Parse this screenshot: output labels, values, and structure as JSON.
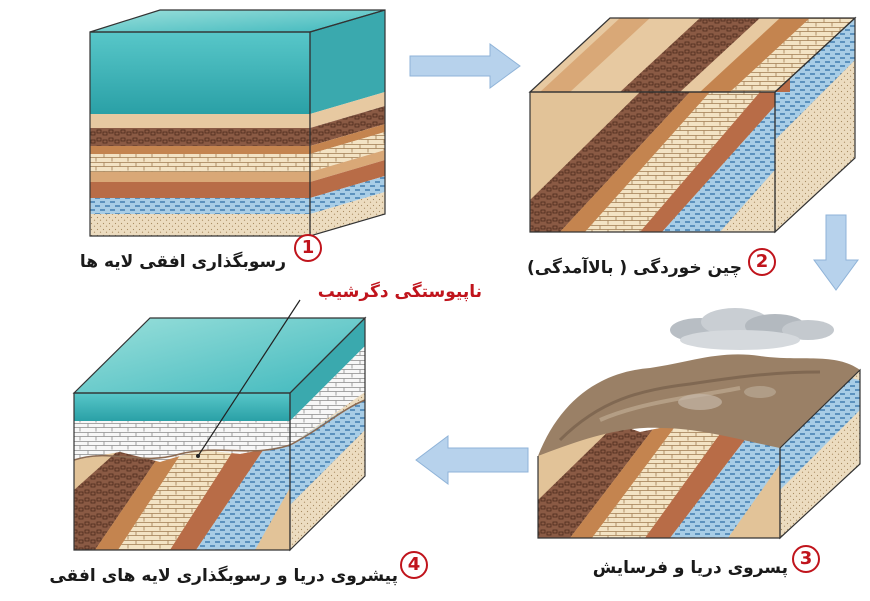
{
  "steps": [
    {
      "number": "1",
      "caption": "رسوبگذاری افقی لایه ها"
    },
    {
      "number": "2",
      "caption": "چین خوردگی ( بالاآمدگی)"
    },
    {
      "number": "3",
      "caption": "پسروی دریا و فرسایش"
    },
    {
      "number": "4",
      "caption": "پیشروی دریا و رسوبگذاری لایه های افقی"
    }
  ],
  "annotation": {
    "label": "ناپیوستگی دگرشیب"
  },
  "colors": {
    "water": "#4fc6c8",
    "sand_light": "#f0d9b5",
    "tan": "#d9a877",
    "brown": "#b86c47",
    "dark_brown": "#7a4a36",
    "blue_layer": "#9cc5e0",
    "arrow": "#a9c9e6",
    "accent_red": "#c0141c"
  }
}
